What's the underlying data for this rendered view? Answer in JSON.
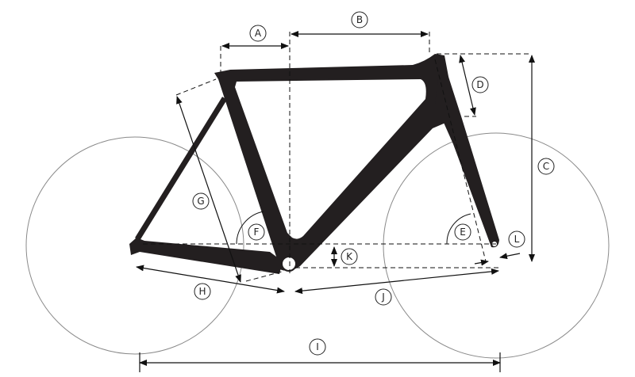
{
  "diagram": {
    "colors": {
      "frame": "#231f20",
      "wheel": "#8a8a8a",
      "line": "#111111"
    },
    "labels": {
      "A": "A",
      "B": "B",
      "C": "C",
      "D": "D",
      "E": "E",
      "F": "F",
      "G": "G",
      "H": "H",
      "I": "I",
      "J": "J",
      "K": "K",
      "L": "L"
    }
  }
}
